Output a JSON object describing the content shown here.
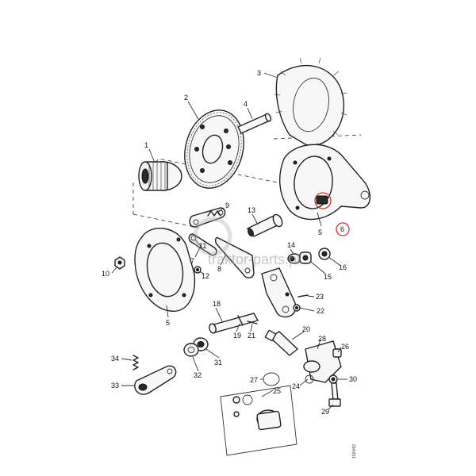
{
  "labels": {
    "p1": "1",
    "p2": "2",
    "p3": "3",
    "p4": "4",
    "p5a": "5",
    "p5b": "5",
    "p6": "6",
    "p7": "7",
    "p8": "8",
    "p9": "9",
    "p10": "10",
    "p11": "11",
    "p12": "12",
    "p13": "13",
    "p14": "14",
    "p15": "15",
    "p16": "16",
    "p18": "18",
    "p19": "19",
    "p20": "20",
    "p21": "21",
    "p22": "22",
    "p23": "23",
    "p24": "24",
    "p25": "25",
    "p26": "26",
    "p27": "27",
    "p28": "28",
    "p29": "29",
    "p30": "30",
    "p31": "31",
    "p32": "32",
    "p33": "33",
    "p34": "34"
  },
  "watermark": "traktor-parts.pl",
  "drawing_ref": "1024/62",
  "highlight_color": "#d0312d"
}
